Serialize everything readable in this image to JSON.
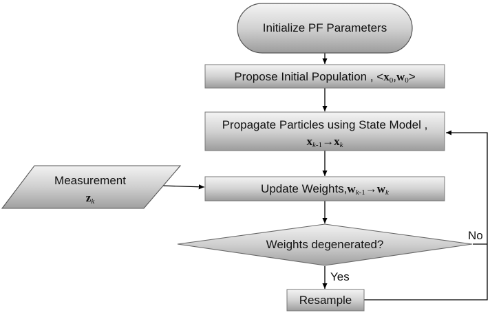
{
  "diagram": {
    "nodes": {
      "start": {
        "label": "Initialize PF Parameters"
      },
      "propose": {
        "label": "Propose Initial Population , <",
        "x_sym": "x",
        "x_sub": "0",
        "comma": ",",
        "w_sym": "w",
        "w_sub": "0",
        "close": ">"
      },
      "propagate": {
        "label": "Propagate Particles using State Model ,",
        "from_sym": "x",
        "from_sub": "k",
        "from_sub_suffix": "-1",
        "arrow": "→",
        "to_sym": "x",
        "to_sub": "k"
      },
      "measurement": {
        "label": "Measurement",
        "sym": "z",
        "sub": "k"
      },
      "update": {
        "label": "Update Weights,",
        "from_sym": "w",
        "from_sub": "k",
        "from_sub_suffix": "-1",
        "arrow": "→",
        "to_sym": "w",
        "to_sub": "k"
      },
      "decision": {
        "label": "Weights degenerated?"
      },
      "resample": {
        "label": "Resample"
      }
    },
    "edge_labels": {
      "yes": "Yes",
      "no": "No"
    },
    "colors": {
      "fill_light": "#f2f2f2",
      "fill_dark": "#9a9a9a",
      "stroke": "#555555",
      "line": "#000000"
    }
  }
}
